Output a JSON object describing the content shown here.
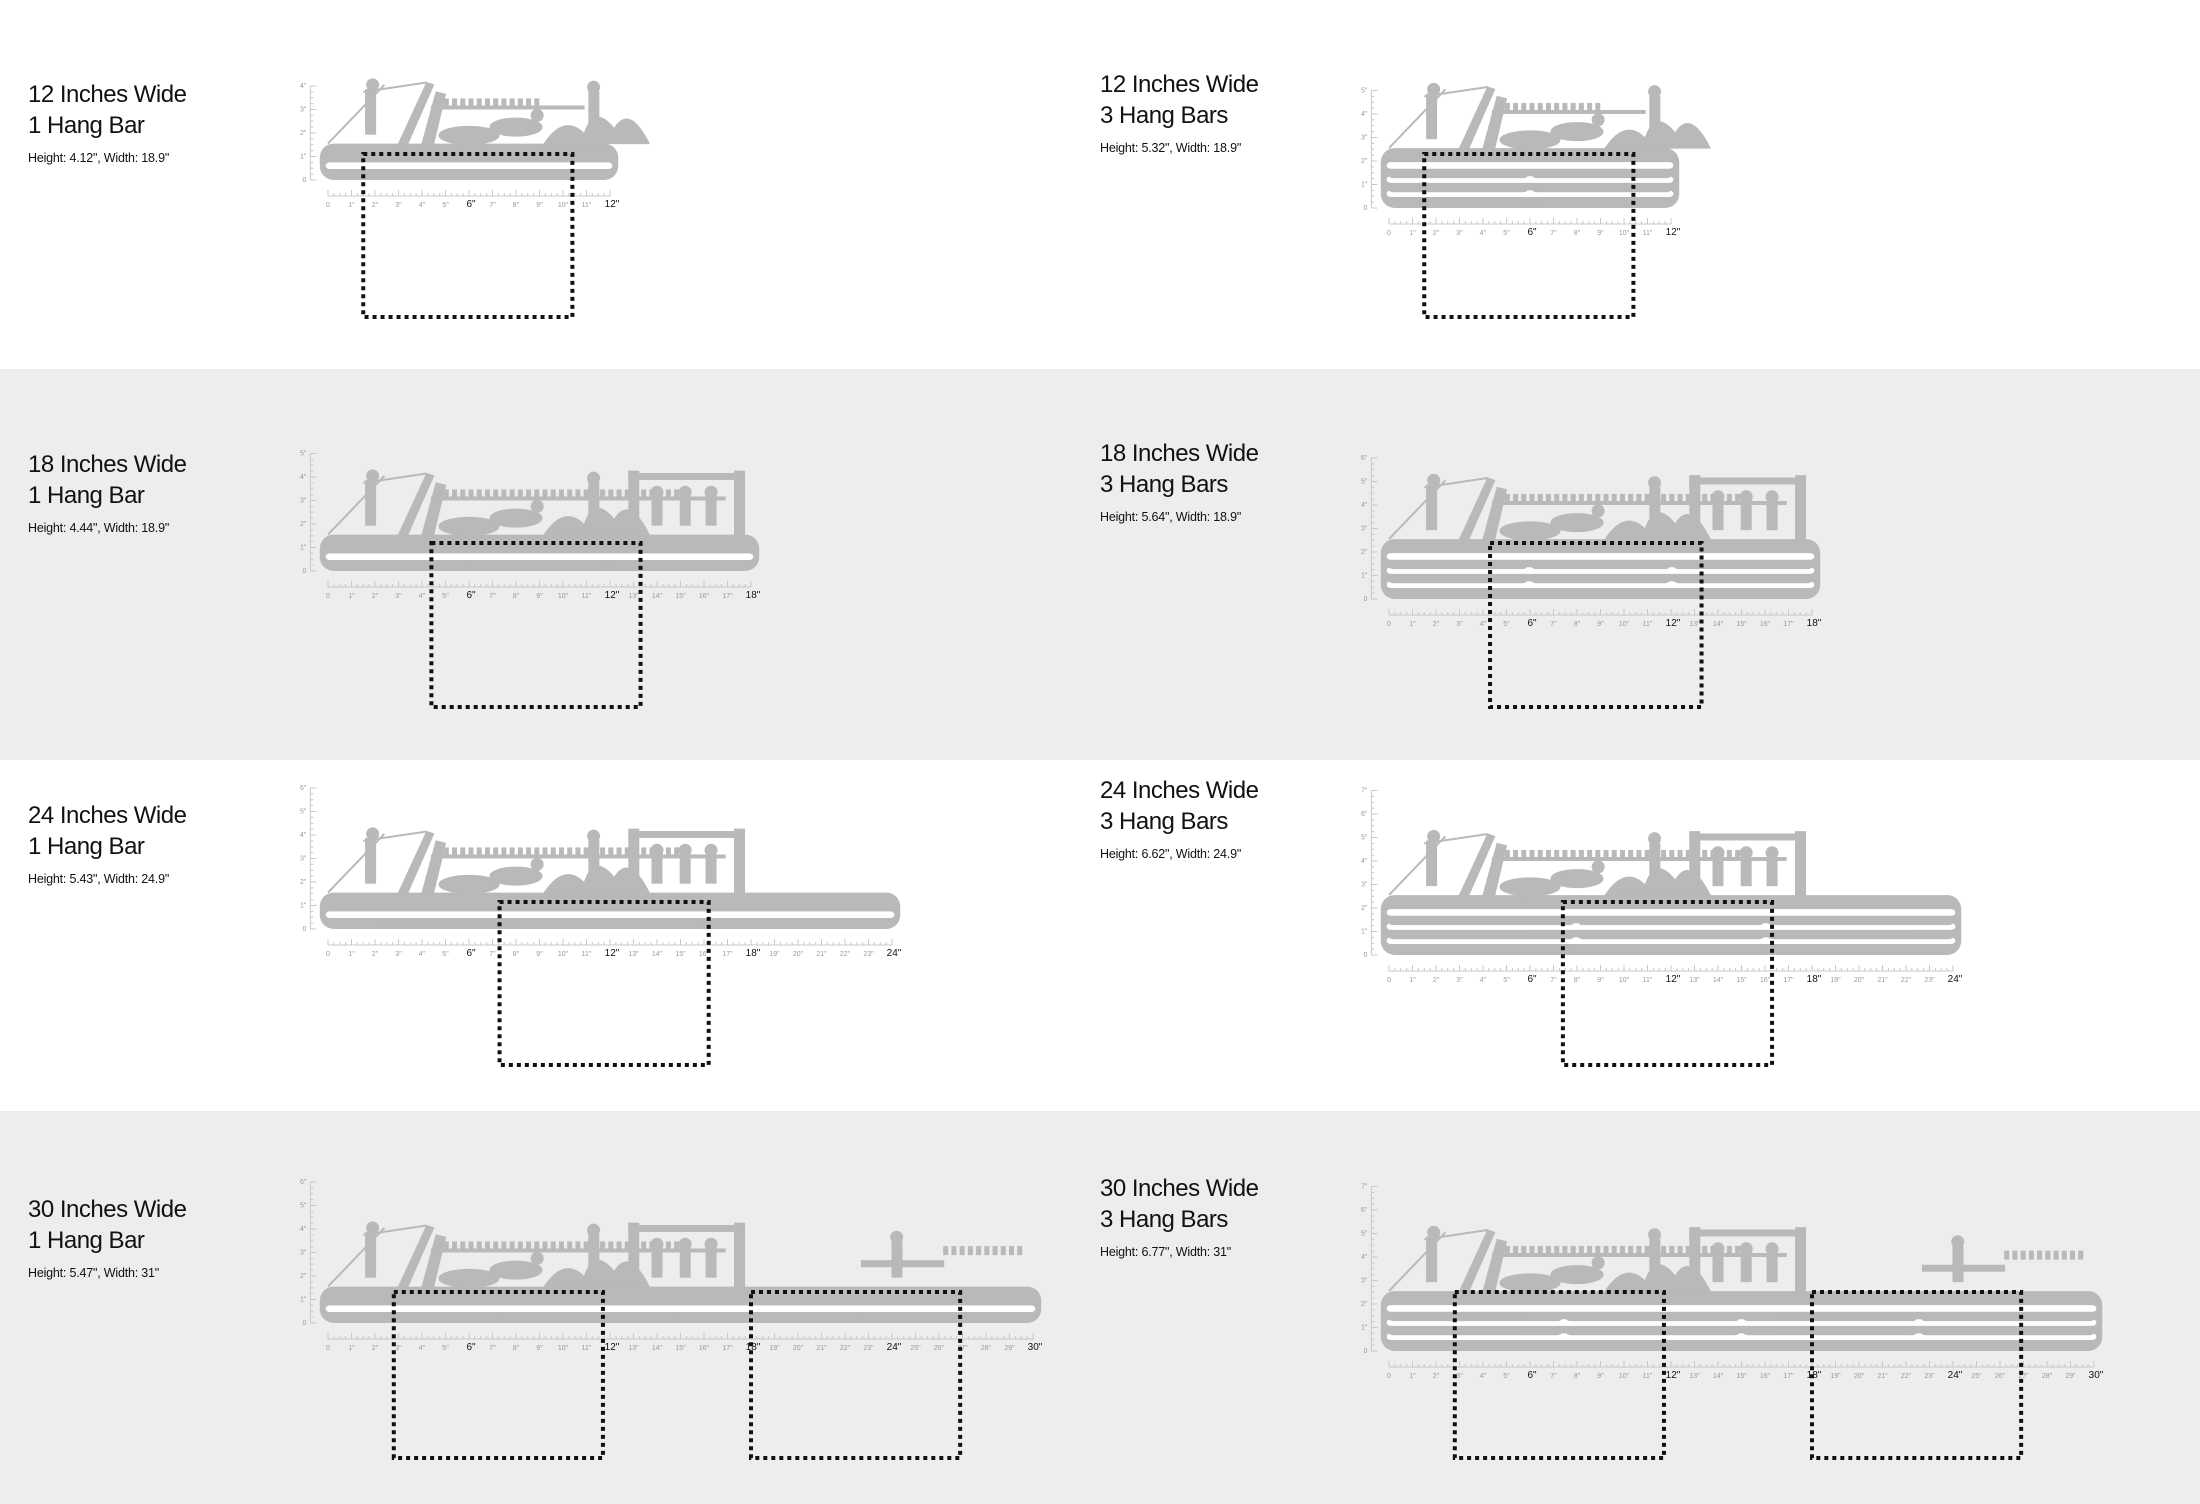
{
  "panels": [
    {
      "title_width": "12 Inches Wide",
      "title_bars": "1 Hang Bar",
      "dimensions": "Height: 4.12\",  Width: 18.9\"",
      "width_in": 12,
      "bars": 1,
      "y_labels": [
        "0",
        "1\"",
        "2\"",
        "3\"",
        "4\""
      ]
    },
    {
      "title_width": "12 Inches Wide",
      "title_bars": "3 Hang Bars",
      "dimensions": "Height: 5.32\",  Width: 18.9\"",
      "width_in": 12,
      "bars": 3,
      "y_labels": [
        "0",
        "1\"",
        "2\"",
        "3\"",
        "4\"",
        "5\""
      ]
    },
    {
      "title_width": "18 Inches Wide",
      "title_bars": "1 Hang Bar",
      "dimensions": "Height: 4.44\",  Width: 18.9\"",
      "width_in": 18,
      "bars": 1,
      "y_labels": [
        "0",
        "1\"",
        "2\"",
        "3\"",
        "4\"",
        "5\""
      ]
    },
    {
      "title_width": "18 Inches Wide",
      "title_bars": "3 Hang Bars",
      "dimensions": "Height: 5.64\",  Width: 18.9\"",
      "width_in": 18,
      "bars": 3,
      "y_labels": [
        "0",
        "1\"",
        "2\"",
        "3\"",
        "4\"",
        "5\"",
        "6\""
      ]
    },
    {
      "title_width": "24 Inches Wide",
      "title_bars": "1 Hang Bar",
      "dimensions": "Height: 5.43\",  Width: 24.9\"",
      "width_in": 24,
      "bars": 1,
      "y_labels": [
        "0",
        "1\"",
        "2\"",
        "3\"",
        "4\"",
        "5\"",
        "6\""
      ]
    },
    {
      "title_width": "24 Inches Wide",
      "title_bars": "3 Hang Bars",
      "dimensions": "Height: 6.62\",  Width: 24.9\"",
      "width_in": 24,
      "bars": 3,
      "y_labels": [
        "0",
        "1\"",
        "2\"",
        "3\"",
        "4\"",
        "5\"",
        "6\"",
        "7\""
      ]
    },
    {
      "title_width": "30 Inches Wide",
      "title_bars": "1 Hang Bar",
      "dimensions": "Height: 5.47\",  Width: 31\"",
      "width_in": 30,
      "bars": 1,
      "y_labels": [
        "0",
        "1\"",
        "2\"",
        "3\"",
        "4\"",
        "5\"",
        "6\""
      ]
    },
    {
      "title_width": "30 Inches Wide",
      "title_bars": "3 Hang Bars",
      "dimensions": "Height: 6.77\",  Width: 31\"",
      "width_in": 30,
      "bars": 3,
      "y_labels": [
        "0",
        "1\"",
        "2\"",
        "3\"",
        "4\"",
        "5\"",
        "6\"",
        "7\""
      ]
    }
  ],
  "x_labels": [
    "0",
    "1\"",
    "2\"",
    "3\"",
    "4\"",
    "5\"",
    "6\"",
    "7\"",
    "8\"",
    "9\"",
    "10\"",
    "11\"",
    "12\"",
    "13\"",
    "14\"",
    "15\"",
    "16\"",
    "17\"",
    "18\"",
    "19\"",
    "20\"",
    "21\"",
    "22\"",
    "23\"",
    "24\"",
    "25\"",
    "26\"",
    "27\"",
    "28\"",
    "29\"",
    "30\""
  ],
  "colors": {
    "band_grey": "#ededed",
    "metal": "#b9b9b9",
    "ruler": "#c8c8c8"
  }
}
